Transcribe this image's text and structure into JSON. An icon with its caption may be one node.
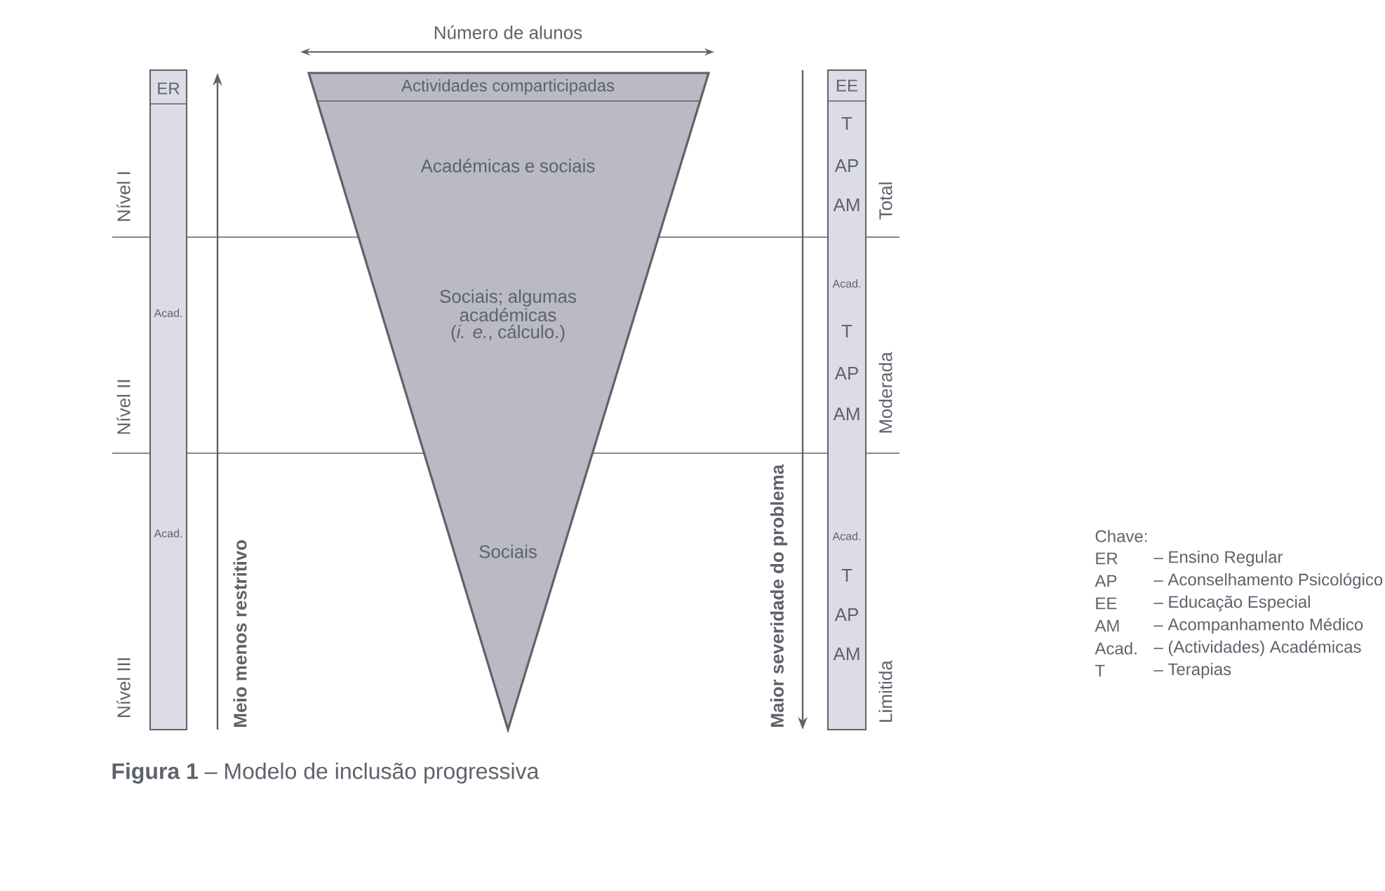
{
  "diagram": {
    "caption": "**Figura 1** – Modelo de inclusão progressiva",
    "nodes": [
      {
        "text": [
          "ER",
          "Acad.",
          "Acad."
        ]
      },
      {
        "text": [
          "Actividades comparticipadas",
          "Académicas e sociais",
          "Sociais; algumas académicas (*i. e.*, cálculo.)",
          "Sociais"
        ]
      },
      {
        "text": [
          "EE",
          "T",
          "AP",
          "AM",
          "Acad.",
          "T",
          "AP",
          "AM",
          "Acad.",
          "T",
          "AP",
          "AM"
        ]
      }
    ],
    "edges": [],
    "labels": [
      "Número de alunos",
      "Nível I",
      "Nível II",
      "Nível III",
      "Meio menos restritivo",
      "Maior severidade do problema",
      "Total",
      "Moderada",
      "Limitida",
      "Chave:",
      "ER",
      "– Ensino Regular",
      "AP",
      "– Aconselhamento Psicológico",
      "EE",
      "– Educação Especial",
      "AM",
      "– Acompanhamento Médico",
      "Acad.",
      "– (Actividades) Académicas",
      "T",
      "– Terapias"
    ]
  }
}
